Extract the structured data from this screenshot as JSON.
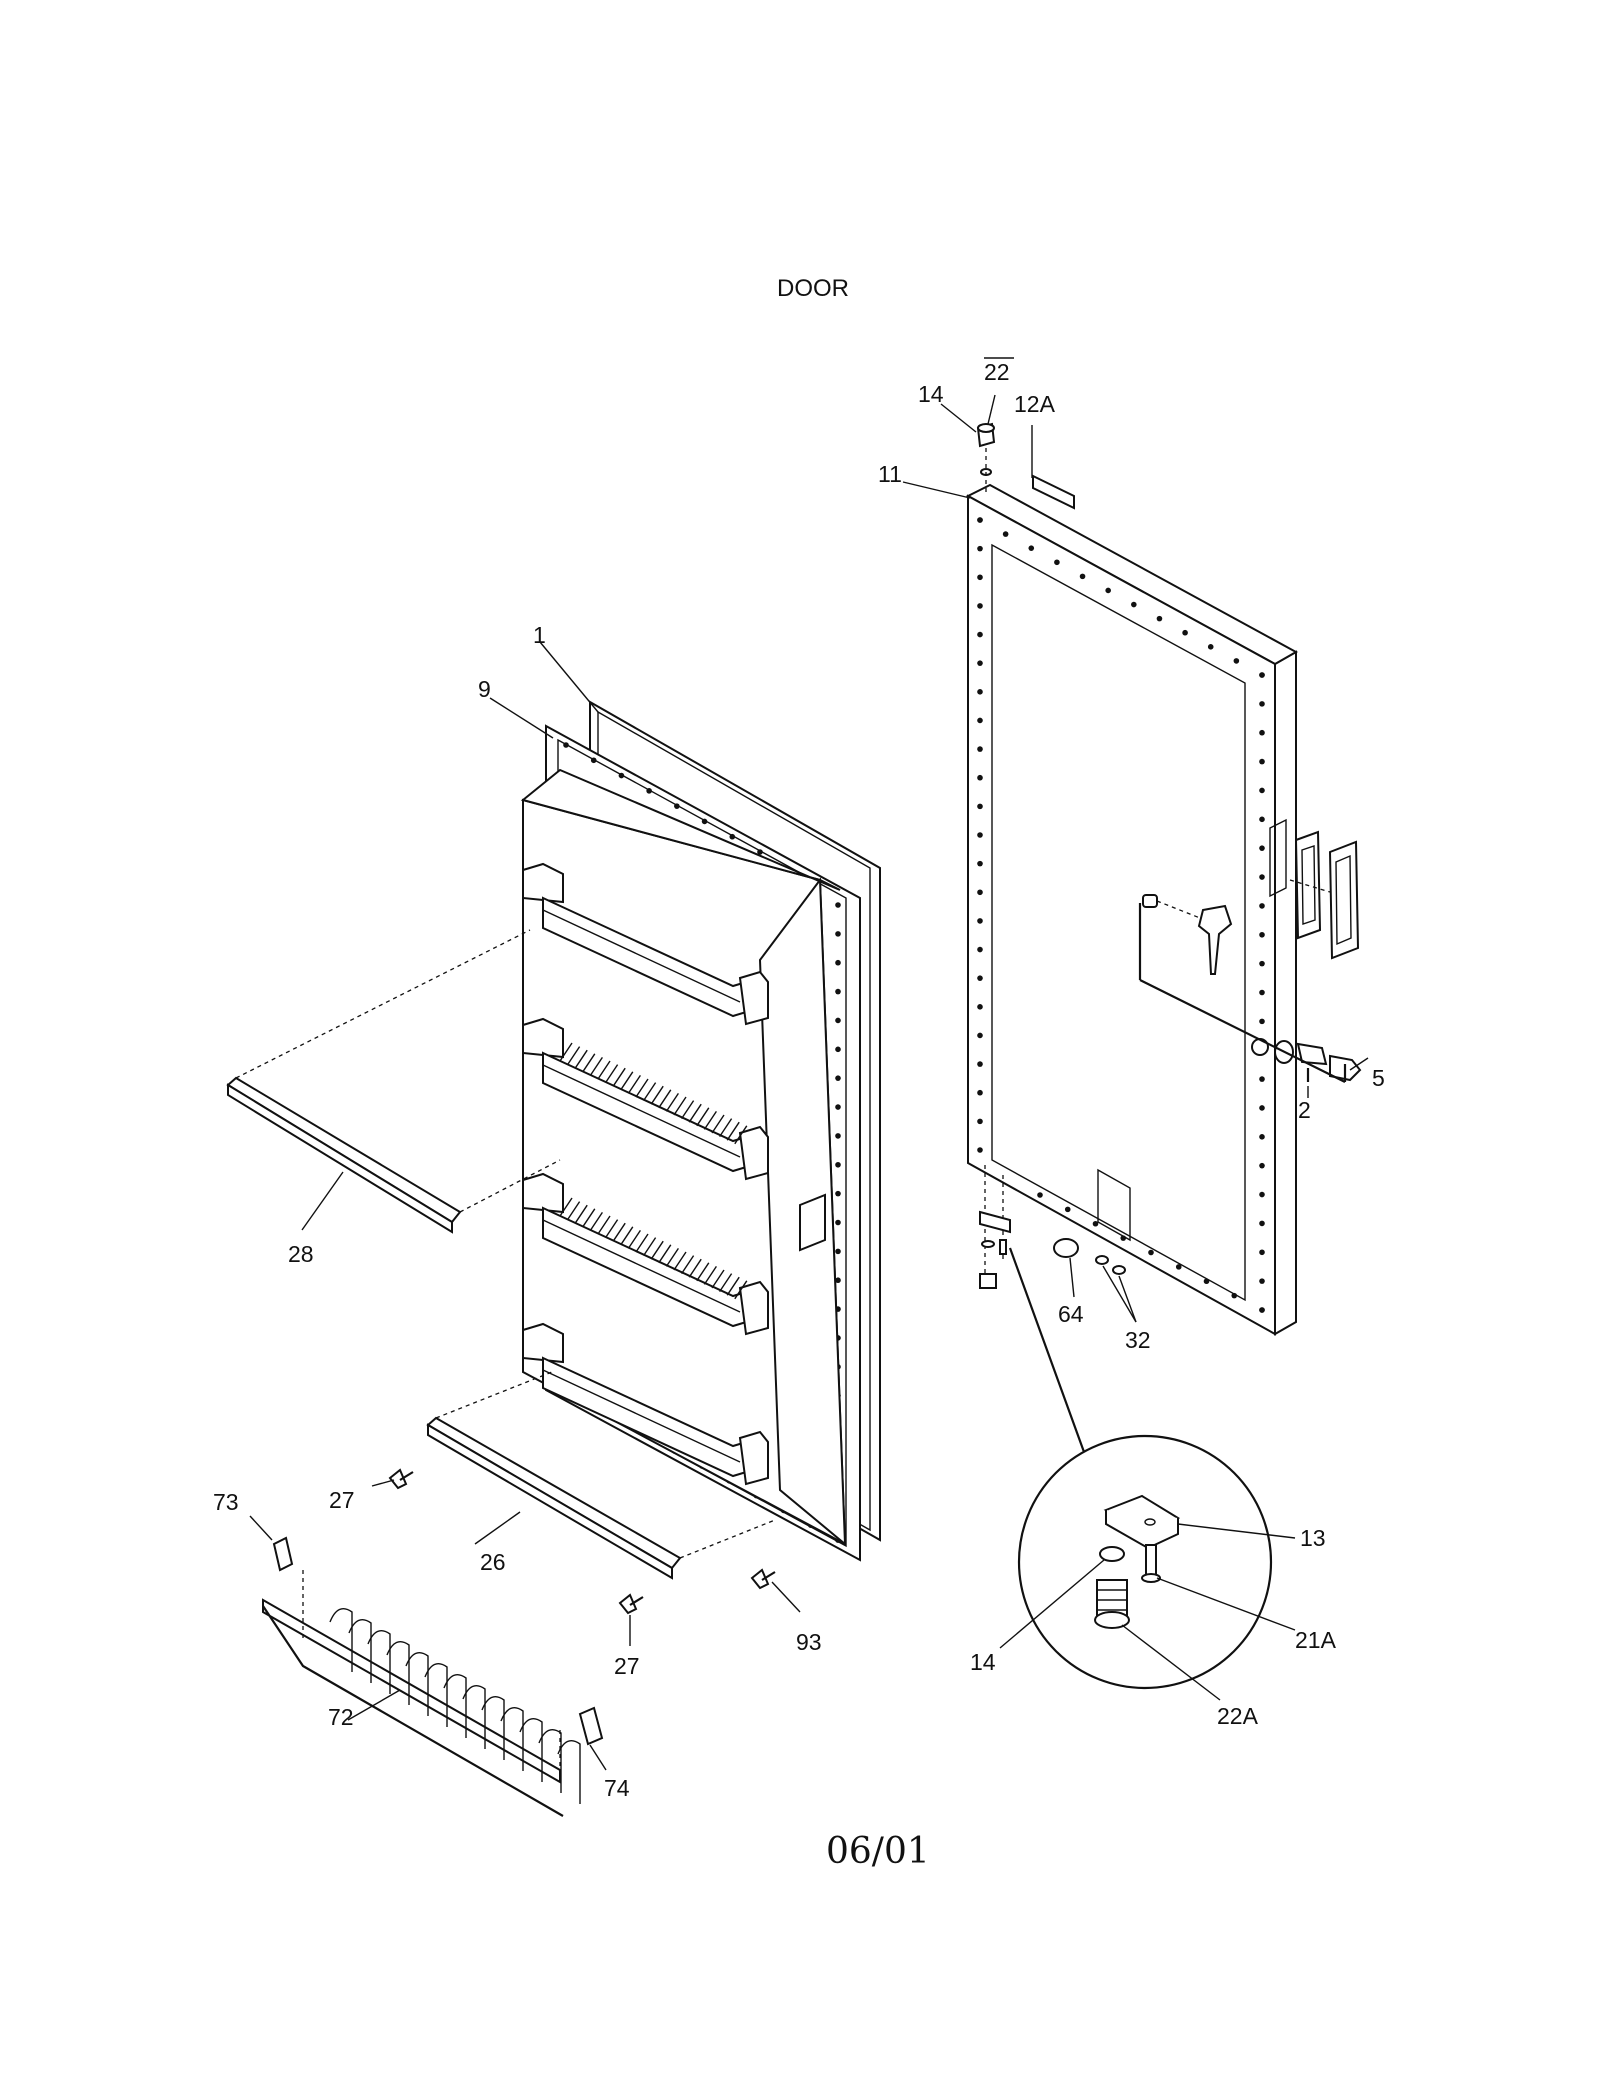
{
  "title": "DOOR",
  "footer": "06/01",
  "labels": {
    "p1": "1",
    "p2": "2",
    "p5": "5",
    "p9": "9",
    "p11": "11",
    "p12a": "12A",
    "p13": "13",
    "p14a": "14",
    "p14b": "14",
    "p21a": "21A",
    "p22": "22",
    "p22a": "22A",
    "p26": "26",
    "p27a": "27",
    "p27b": "27",
    "p28": "28",
    "p32": "32",
    "p64": "64",
    "p72": "72",
    "p73": "73",
    "p74": "74",
    "p93": "93"
  }
}
